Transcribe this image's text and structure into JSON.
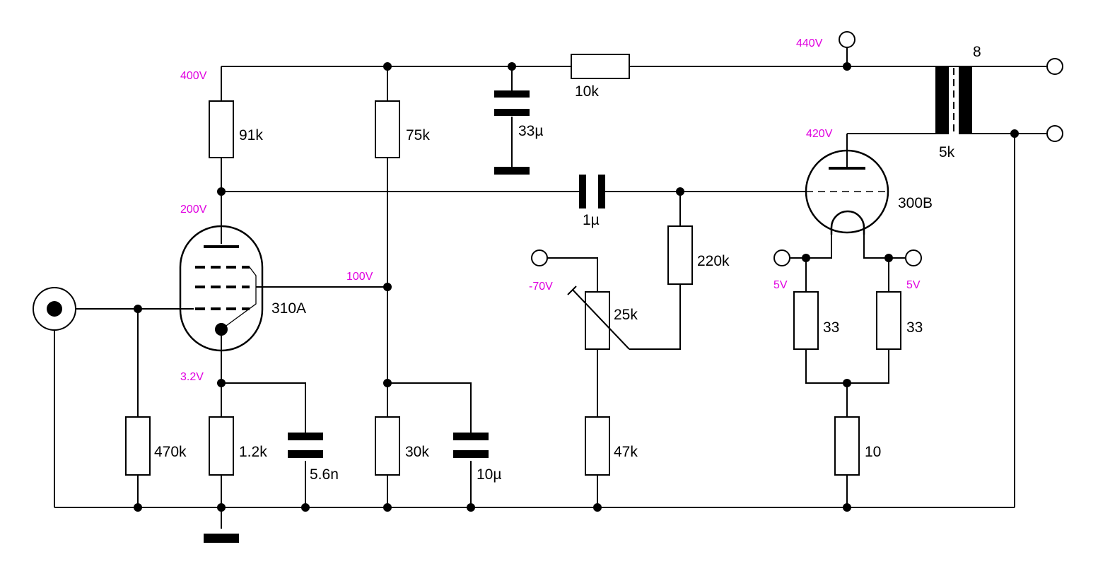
{
  "components": {
    "r_91k": "91k",
    "r_75k": "75k",
    "c_33u": "33µ",
    "r_10k": "10k",
    "c_1u": "1µ",
    "r_220k": "220k",
    "pot_25k": "25k",
    "r_47k": "47k",
    "r_470k": "470k",
    "r_1k2": "1.2k",
    "c_5n6": "5.6n",
    "r_30k": "30k",
    "c_10u": "10µ",
    "r_33_left": "33",
    "r_33_right": "33",
    "r_10": "10",
    "tube_driver": "310A",
    "tube_output": "300B",
    "transformer_primary": "5k",
    "transformer_secondary": "8"
  },
  "voltages": {
    "v400": "400V",
    "v440": "440V",
    "v420": "420V",
    "v200": "200V",
    "v100": "100V",
    "v3_2": "3.2V",
    "vneg70": "-70V",
    "v5_left": "5V",
    "v5_right": "5V"
  },
  "colors": {
    "wire": "#000000",
    "voltage_label": "#e000e0",
    "background": "#ffffff"
  }
}
